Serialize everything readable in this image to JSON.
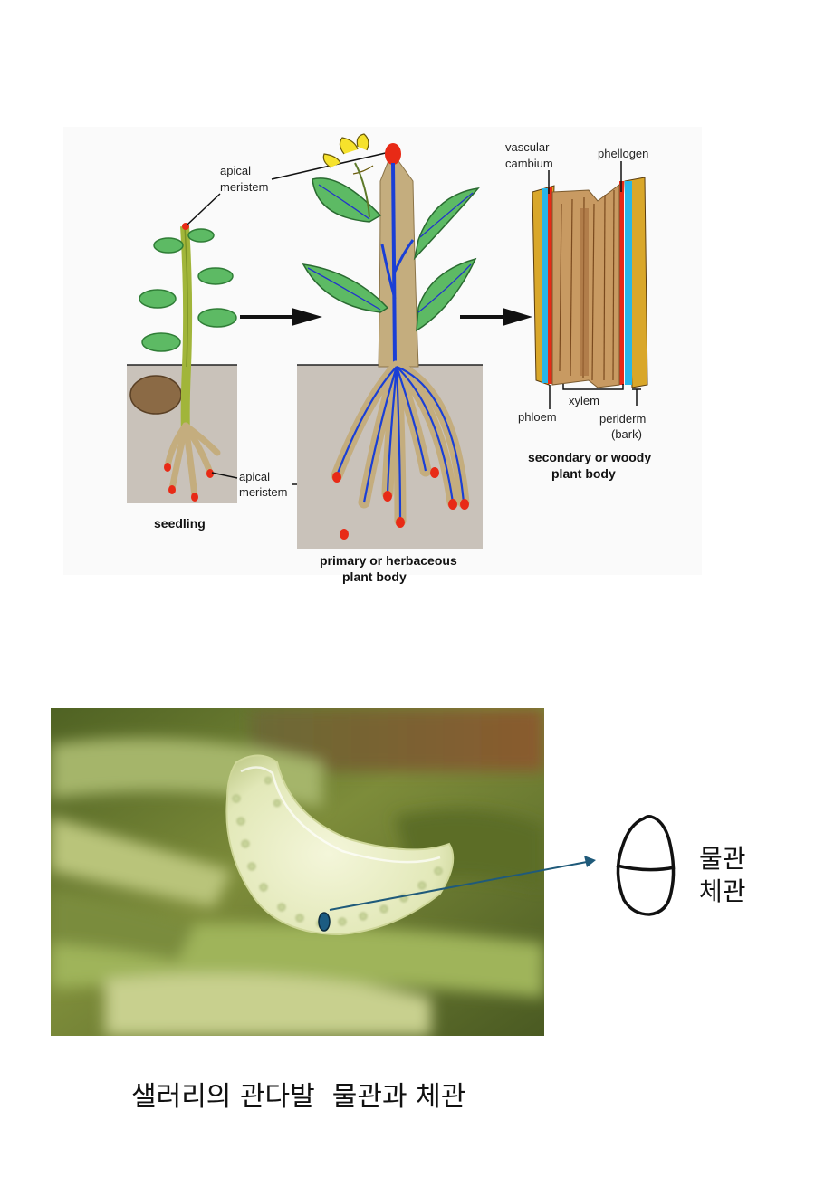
{
  "diagram": {
    "labels": {
      "apical_meristem_top": [
        "apical",
        "meristem"
      ],
      "apical_meristem_root": [
        "apical",
        "meristem"
      ],
      "seedling": "seedling",
      "primary": [
        "primary or herbaceous",
        "plant body"
      ],
      "vascular_cambium": [
        "vascular",
        "cambium"
      ],
      "phellogen": "phellogen",
      "xylem": "xylem",
      "phloem": "phloem",
      "periderm": [
        "periderm",
        "(bark)"
      ],
      "secondary": [
        "secondary or woody",
        "plant body"
      ]
    }
  },
  "photo": {
    "description_icon": "celery-cross-section-photo"
  },
  "legend": {
    "top_label": "물관",
    "bottom_label": "체관"
  },
  "caption": "샐러리의 관다발  물관과 체관",
  "colors": {
    "soil": "#c9c2ba",
    "stem": "#c4ad7e",
    "leaf": "#5dba64",
    "vascular": "#1a3fd6",
    "meristem": "#e82a16",
    "arrow": "#1f5a7a"
  }
}
